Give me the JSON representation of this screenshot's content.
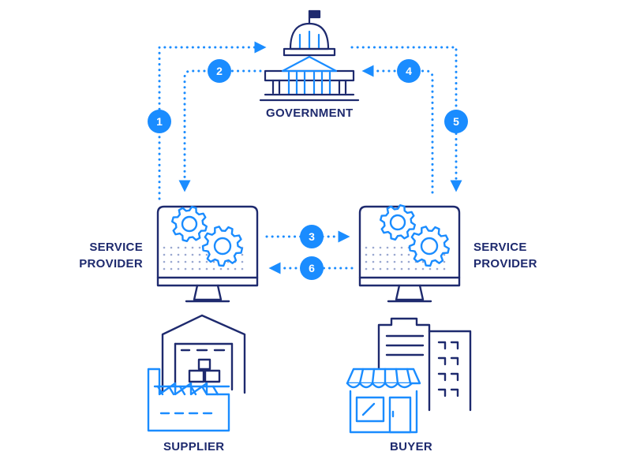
{
  "labels": {
    "government": "GOVERNMENT",
    "service_provider_left_line1": "SERVICE",
    "service_provider_left_line2": "PROVIDER",
    "service_provider_right_line1": "SERVICE",
    "service_provider_right_line2": "PROVIDER",
    "supplier": "SUPPLIER",
    "buyer": "BUYER"
  },
  "steps": [
    "1",
    "2",
    "3",
    "4",
    "5",
    "6"
  ],
  "colors": {
    "navy": "#1e2a6e",
    "blue": "#1a8cff",
    "dots": "#9aa8d0"
  },
  "icons": [
    "capitol-icon",
    "gears-monitor-icon",
    "warehouse-icon",
    "factory-icon",
    "office-building-icon",
    "storefront-icon"
  ]
}
